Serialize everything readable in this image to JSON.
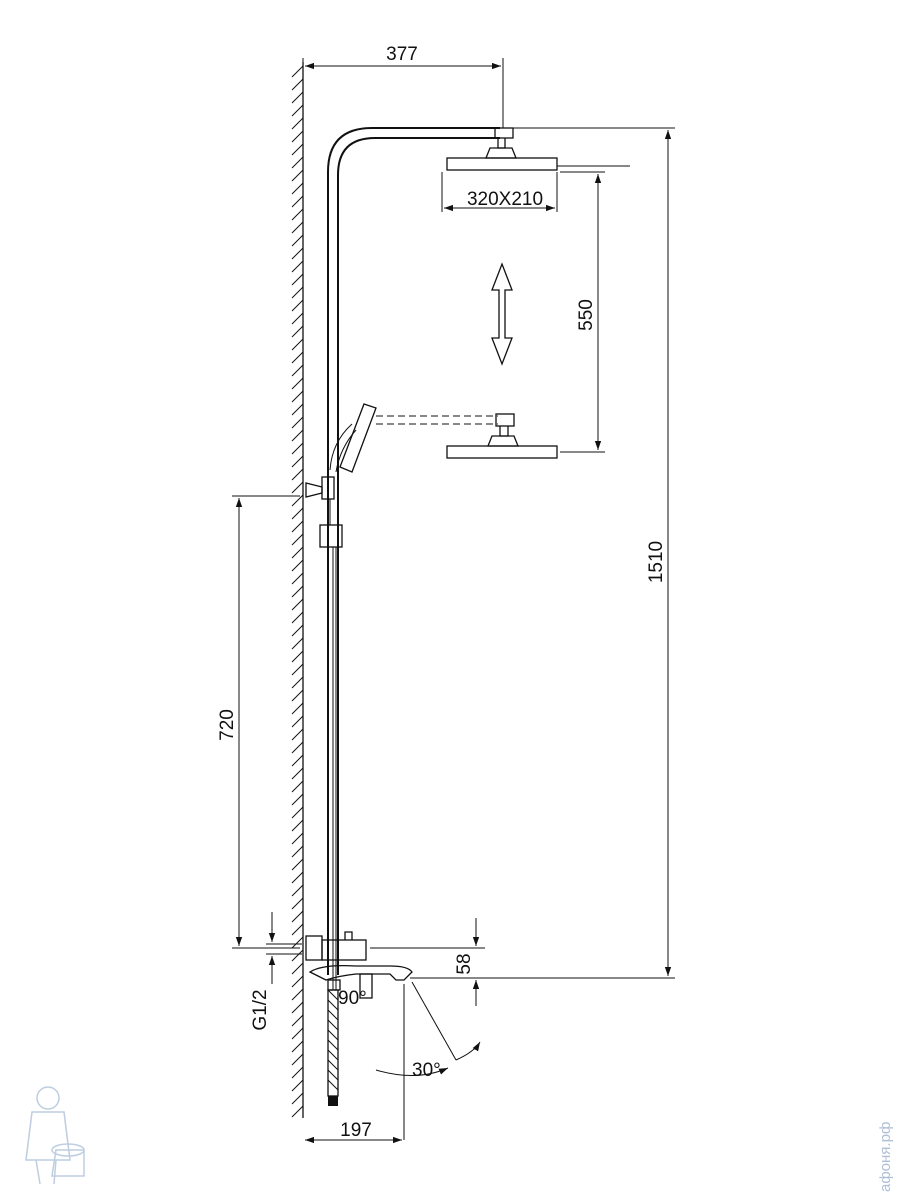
{
  "dimensions": {
    "top_width": "377",
    "shower_head_size": "320X210",
    "adjust_range": "550",
    "total_height": "1510",
    "handshower_holder_height": "720",
    "spout_offset": "58",
    "inlet_thread": "G1/2",
    "rotation_angle": "90°",
    "spout_angle": "30°",
    "bottom_width": "197"
  },
  "watermark": {
    "text": "афоня.рф"
  },
  "colors": {
    "line": "#111111",
    "watermark": "#aebfd6"
  }
}
